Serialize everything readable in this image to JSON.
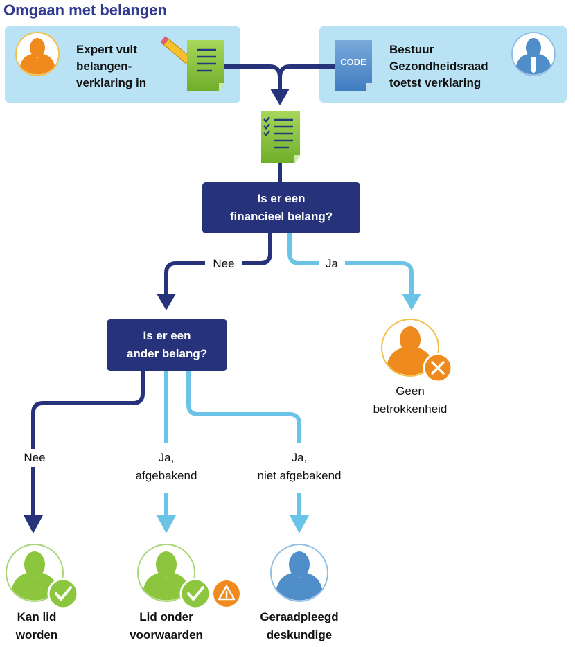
{
  "title": "Omgaan met belangen",
  "expert_panel": {
    "text": [
      "Expert vult",
      "belangen-",
      "verklaring in"
    ]
  },
  "board_panel": {
    "text": [
      "Bestuur",
      "Gezondheidsraad",
      "toetst verklaring"
    ],
    "doc_label": "CODE"
  },
  "q1": {
    "lines": [
      "Is er een",
      "financieel belang?"
    ]
  },
  "q2": {
    "lines": [
      "Is er een",
      "ander belang?"
    ]
  },
  "branch_labels": {
    "q1_no": "Nee",
    "q1_yes": "Ja",
    "q2_no": "Nee",
    "q2_yes_bounded": [
      "Ja,",
      "afgebakend"
    ],
    "q2_yes_unbounded": [
      "Ja,",
      "niet afgebakend"
    ]
  },
  "outcomes": {
    "geen": [
      "Geen",
      "betrokkenheid"
    ],
    "kan_lid": [
      "Kan lid",
      "worden"
    ],
    "voorwaarden": [
      "Lid onder",
      "voorwaarden"
    ],
    "deskundige": [
      "Geraadpleegd",
      "deskundige"
    ]
  },
  "colors": {
    "title": "#2f3a8f",
    "navy": "#26337a",
    "light_blue": "#6cc3e8",
    "panel": "#b9e3f5",
    "orange": "#ef8a1e",
    "green": "#8cc63f",
    "person_blue": "#4f8ec9"
  },
  "icons": [
    "pencil-icon",
    "document-icon",
    "code-document-icon",
    "checklist-document-icon",
    "person-icon",
    "check-icon",
    "cross-icon",
    "warning-icon"
  ]
}
